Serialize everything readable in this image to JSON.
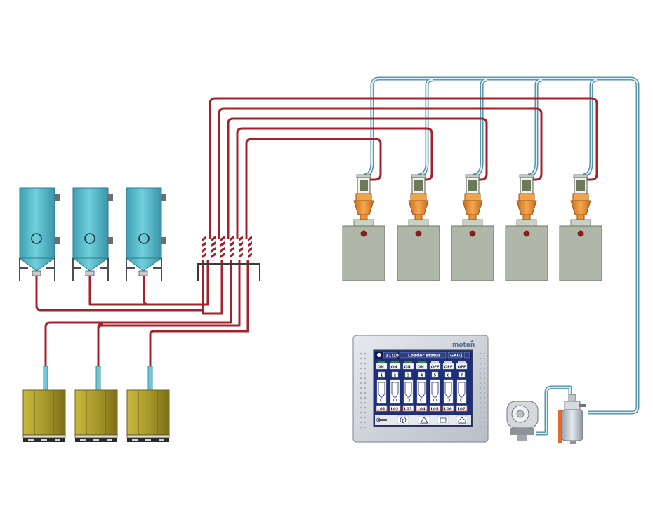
{
  "panel": {
    "brand": "motan",
    "header": {
      "time": "11:18",
      "title": "Loader status",
      "code": "GK01"
    },
    "channels": [
      {
        "number": "1",
        "state": "ON",
        "label": "L01"
      },
      {
        "number": "2",
        "state": "ON",
        "label": "L02"
      },
      {
        "number": "3",
        "state": "ON",
        "label": "L03"
      },
      {
        "number": "4",
        "state": "ON",
        "label": "L04"
      },
      {
        "number": "5",
        "state": "OFF",
        "label": "L05"
      },
      {
        "number": "6",
        "state": "OFF",
        "label": "L06"
      },
      {
        "number": "7",
        "state": "OFF",
        "label": "L07"
      }
    ],
    "colors": {
      "screen": "#1d2f7a",
      "on": "#2c8b2c",
      "off": "#cfd4dc",
      "label_border": "#d86a3a"
    }
  },
  "colors": {
    "material_line": "#a3222c",
    "vacuum_line": "#4f8fa5",
    "silo": "#56b9c8",
    "machine": "#aeb7a8",
    "receiver_cone": "#e99233",
    "octabin": "#b9a83b"
  }
}
